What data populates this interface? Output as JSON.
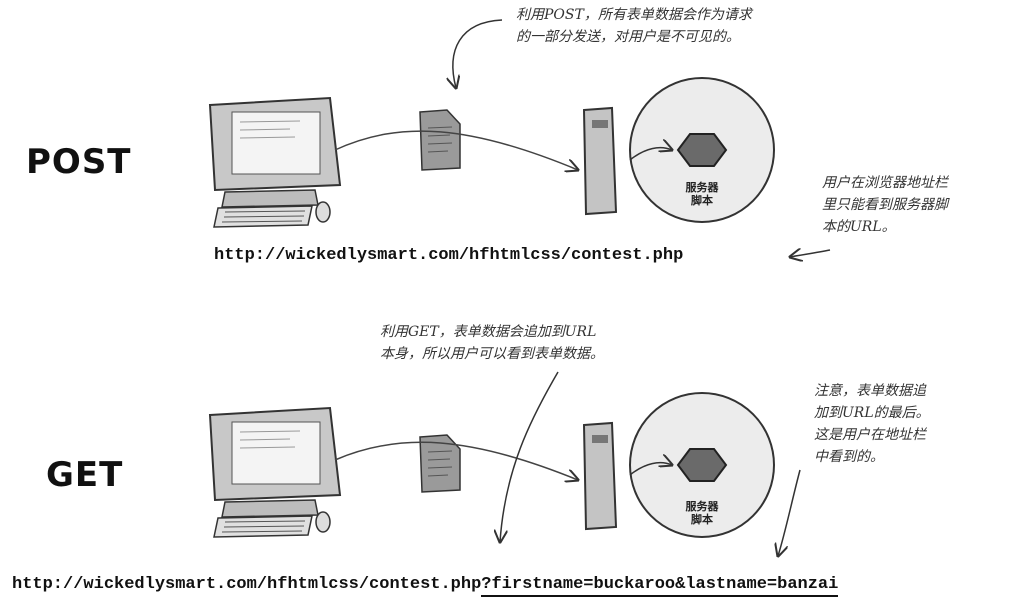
{
  "post": {
    "method_label": "POST",
    "url": "http://wickedlysmart.com/hfhtmlcss/contest.php",
    "note_top": [
      "利用POST，所有表单数据会作为请求",
      "的一部分发送，对用户是不可见的。"
    ],
    "note_right": [
      "用户在浏览器地址栏",
      "里只能看到服务器脚",
      "本的URL。"
    ],
    "server_label": [
      "服务器",
      "脚本"
    ]
  },
  "get": {
    "method_label": "GET",
    "url_base": "http://wickedlysmart.com/hfhtmlcss/contest.php",
    "url_query": "?firstname=buckaroo&lastname=banzai",
    "note_top": [
      "利用GET，表单数据会追加到URL",
      "本身，所以用户可以看到表单数据。"
    ],
    "note_right": [
      "注意，表单数据追",
      "加到URL的最后。",
      "这是用户在地址栏",
      "中看到的。"
    ],
    "server_label": [
      "服务器",
      "脚本"
    ]
  },
  "colors": {
    "monitor": "#d9d9d9",
    "outline": "#333333",
    "circle": "#ececec",
    "hexagon": "#6a6a6a"
  }
}
